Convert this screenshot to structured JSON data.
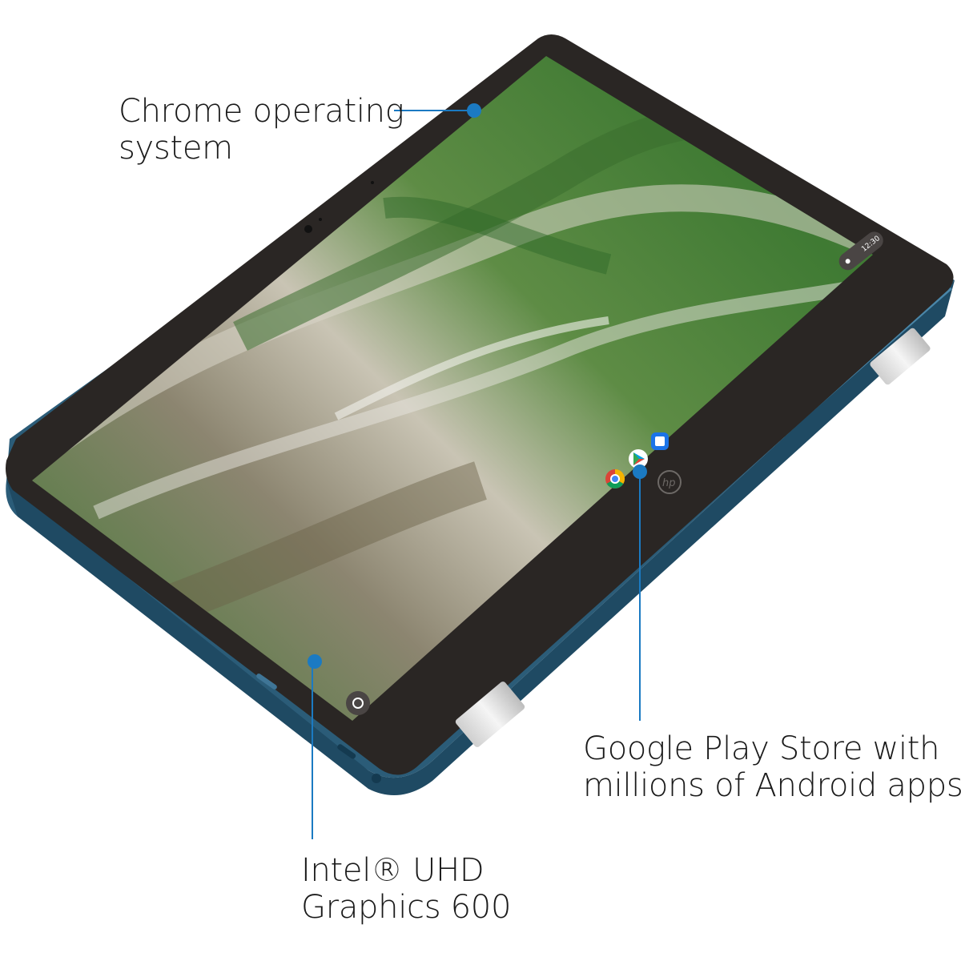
{
  "callouts": {
    "chrome_os": {
      "line1": "Chrome operating",
      "line2": "system"
    },
    "play_store": {
      "line1": "Google Play Store with",
      "line2": "millions of Android apps"
    },
    "graphics": {
      "line1": "Intel® UHD",
      "line2": "Graphics 600"
    }
  },
  "screen": {
    "status_time": "12:30",
    "shelf_apps": [
      "chrome-icon",
      "play-store-icon",
      "files-icon"
    ]
  },
  "device": {
    "brand_logo": "hp",
    "body_color": "#2b5c78",
    "bezel_color": "#2a2624",
    "hinge_color": "#e7e7e7"
  },
  "colors": {
    "callout_accent": "#1b7ac2",
    "text": "#1a1a1a"
  }
}
